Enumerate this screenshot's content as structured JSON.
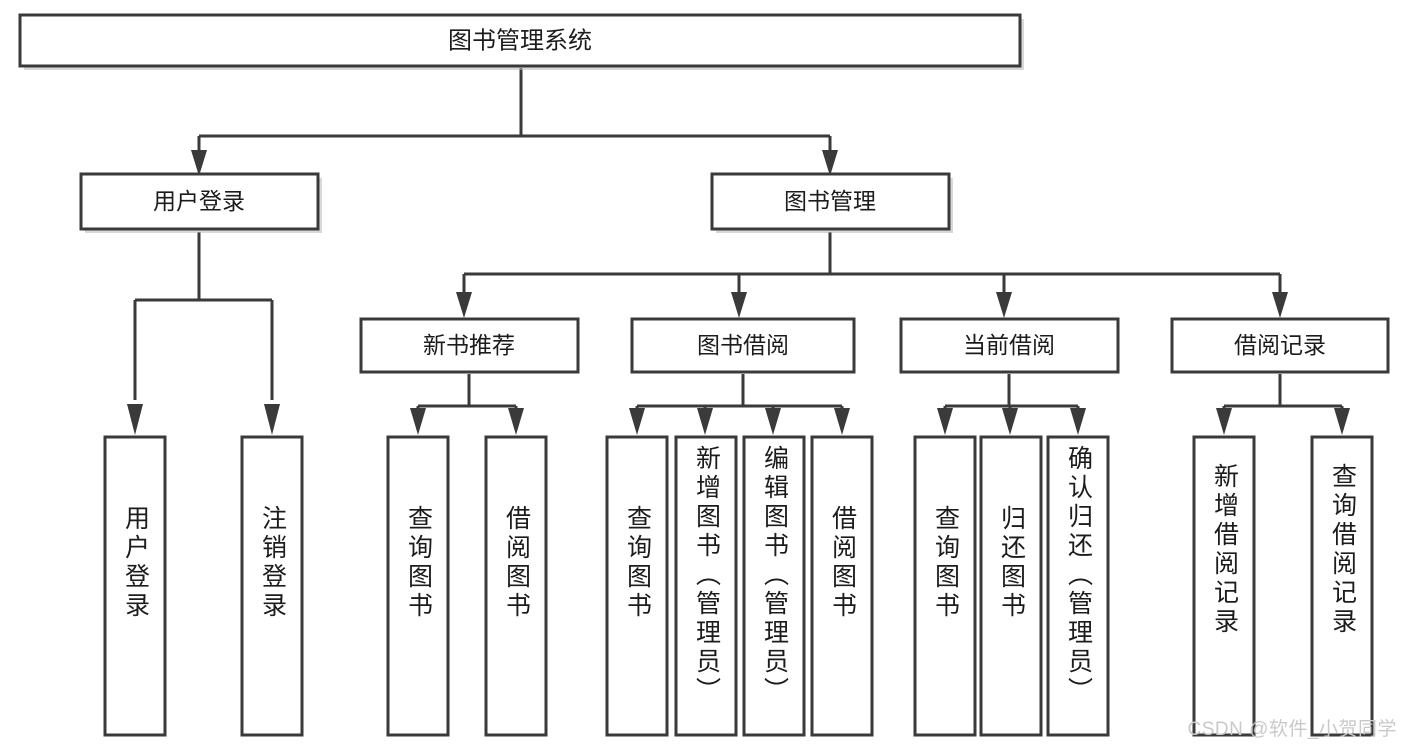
{
  "diagram": {
    "type": "hierarchy-tree",
    "title": "图书管理系统",
    "watermark": "CSDN @软件_小贺同学",
    "colors": {
      "box_fill": "#ffffff",
      "box_stroke": "#3a3a3a",
      "connector": "#3a3a3a",
      "text": "#1c1c1c",
      "watermark": "#c9c9c9"
    },
    "levels": {
      "root": "图书管理系统",
      "level1": [
        "用户登录",
        "图书管理"
      ],
      "level2": [
        "新书推荐",
        "图书借阅",
        "当前借阅",
        "借阅记录"
      ]
    },
    "nodes": {
      "root": {
        "label": "图书管理系统"
      },
      "user_login": {
        "label": "用户登录"
      },
      "book_manage": {
        "label": "图书管理"
      },
      "new_book_rec": {
        "label": "新书推荐"
      },
      "book_borrow": {
        "label": "图书借阅"
      },
      "current_borrow": {
        "label": "当前借阅"
      },
      "borrow_record": {
        "label": "借阅记录"
      },
      "leaf_user_login": {
        "label": "用户登录"
      },
      "leaf_logout": {
        "label": "注销登录"
      },
      "leaf_query_book_1": {
        "label": "查询图书"
      },
      "leaf_borrow_book_1": {
        "label": "借阅图书"
      },
      "leaf_query_book_2": {
        "label": "查询图书"
      },
      "leaf_add_book": {
        "label": "新增图书（管理员）"
      },
      "leaf_edit_book": {
        "label": "编辑图书（管理员）"
      },
      "leaf_borrow_book_2": {
        "label": "借阅图书"
      },
      "leaf_query_book_3": {
        "label": "查询图书"
      },
      "leaf_return_book": {
        "label": "归还图书"
      },
      "leaf_confirm_return": {
        "label": "确认归还（管理员）"
      },
      "leaf_add_record": {
        "label": "新增借阅记录"
      },
      "leaf_query_record": {
        "label": "查询借阅记录"
      }
    },
    "edges": [
      {
        "from": "root",
        "to": "user_login"
      },
      {
        "from": "root",
        "to": "book_manage"
      },
      {
        "from": "user_login",
        "to": "leaf_user_login"
      },
      {
        "from": "user_login",
        "to": "leaf_logout"
      },
      {
        "from": "book_manage",
        "to": "new_book_rec"
      },
      {
        "from": "book_manage",
        "to": "book_borrow"
      },
      {
        "from": "book_manage",
        "to": "current_borrow"
      },
      {
        "from": "book_manage",
        "to": "borrow_record"
      },
      {
        "from": "new_book_rec",
        "to": "leaf_query_book_1"
      },
      {
        "from": "new_book_rec",
        "to": "leaf_borrow_book_1"
      },
      {
        "from": "book_borrow",
        "to": "leaf_query_book_2"
      },
      {
        "from": "book_borrow",
        "to": "leaf_add_book"
      },
      {
        "from": "book_borrow",
        "to": "leaf_edit_book"
      },
      {
        "from": "book_borrow",
        "to": "leaf_borrow_book_2"
      },
      {
        "from": "current_borrow",
        "to": "leaf_query_book_3"
      },
      {
        "from": "current_borrow",
        "to": "leaf_return_book"
      },
      {
        "from": "current_borrow",
        "to": "leaf_confirm_return"
      },
      {
        "from": "borrow_record",
        "to": "leaf_add_record"
      },
      {
        "from": "borrow_record",
        "to": "leaf_query_record"
      }
    ]
  }
}
